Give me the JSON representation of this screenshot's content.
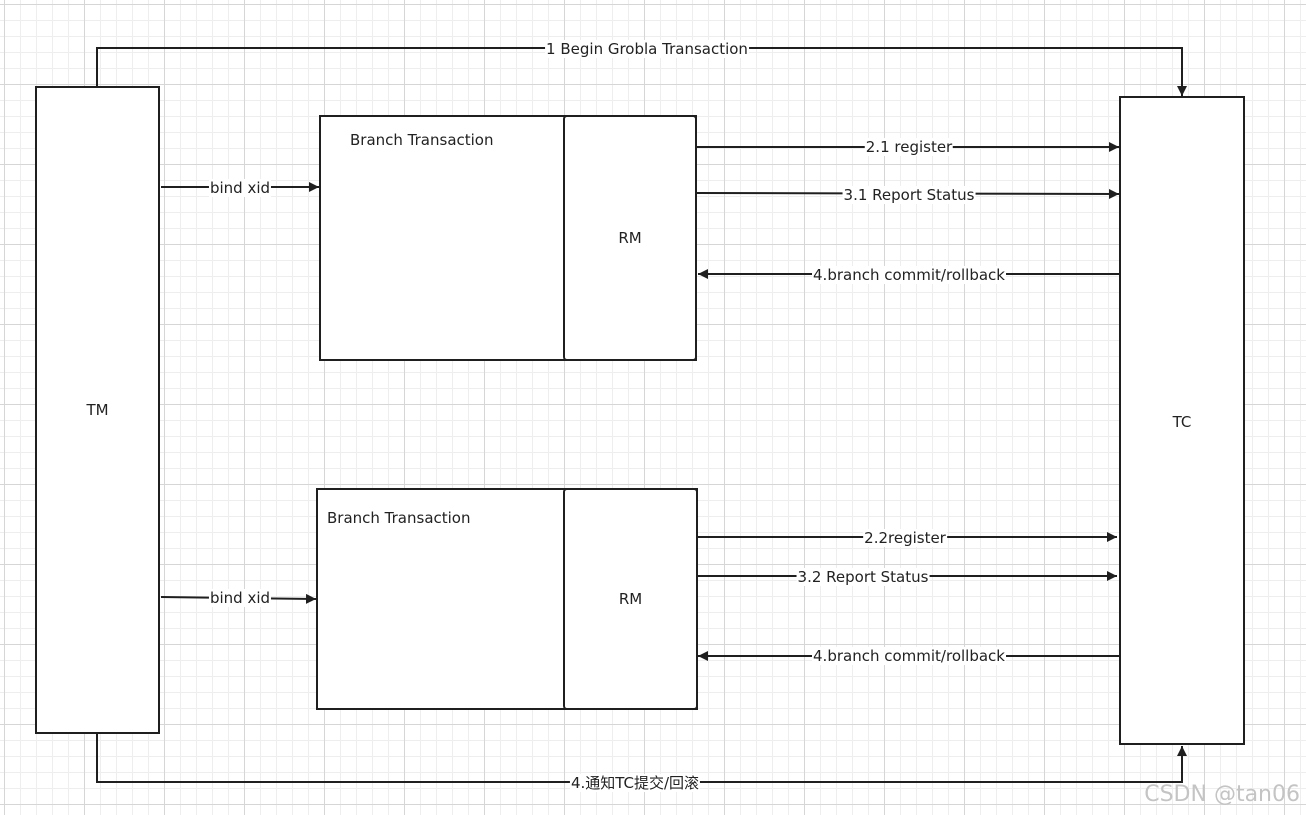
{
  "nodes": {
    "tm": "TM",
    "tc": "TC",
    "branch1_title": "Branch Transaction",
    "branch1_rm": "RM",
    "branch2_title": "Branch Transaction",
    "branch2_rm": "RM"
  },
  "edges": {
    "begin": "1 Begin Grobla Transaction",
    "bind1": "bind xid",
    "bind2": "bind xid",
    "register1": "2.1 register",
    "report1": "3.1 Report Status",
    "commit1": "4.branch commit/rollback",
    "register2": "2.2register",
    "report2": "3.2 Report Status",
    "commit2": "4.branch commit/rollback",
    "notify": "4.通知TC提交/回滚"
  },
  "watermark": "CSDN @tan06"
}
